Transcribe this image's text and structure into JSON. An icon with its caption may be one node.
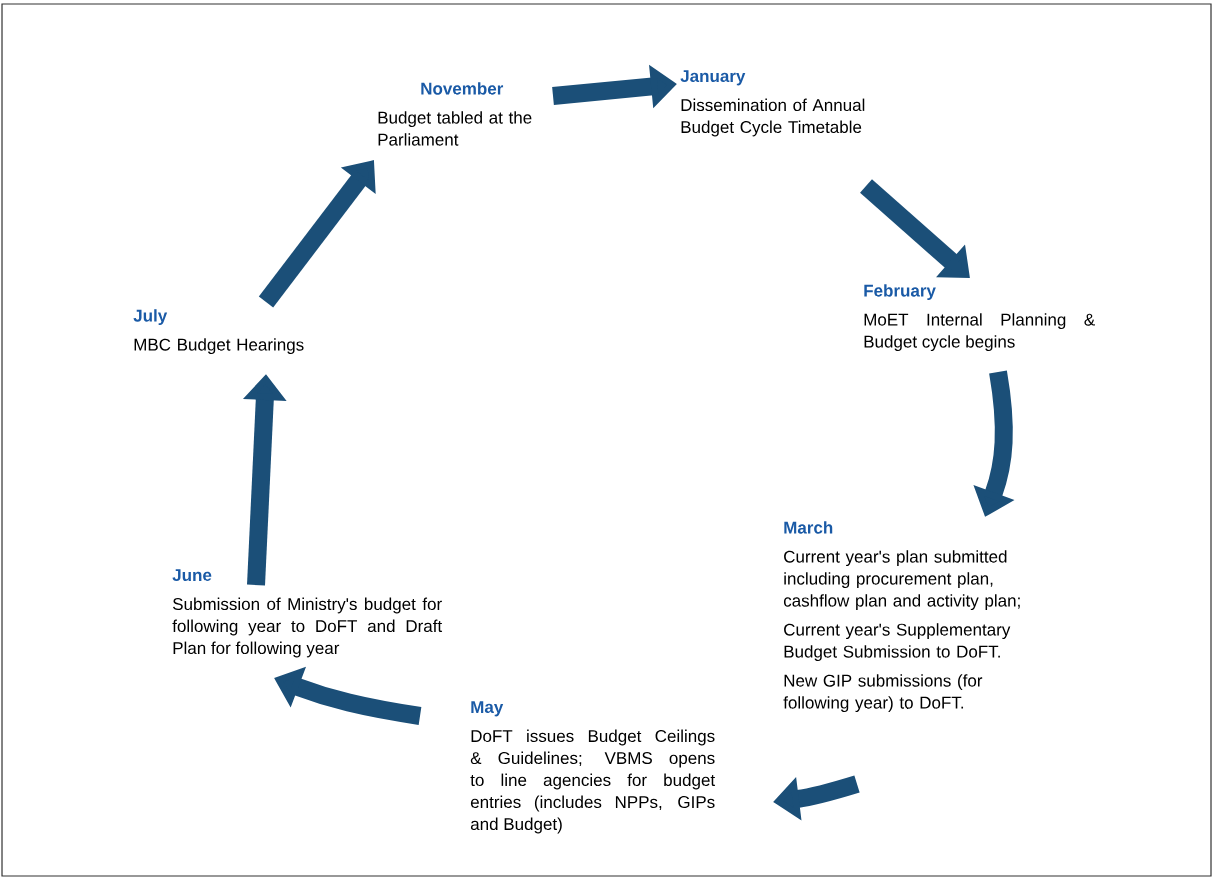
{
  "diagram": {
    "nodes": [
      {
        "text": [
          "November",
          "Budget tabled at the Parliament"
        ]
      },
      {
        "text": [
          "January",
          "Dissemination of Annual Budget Cycle Timetable"
        ]
      },
      {
        "text": [
          "February",
          "MoET Internal Planning & Budget cycle begins"
        ]
      },
      {
        "text": [
          "March",
          "Current year's plan submitted including procurement plan, cashflow plan and activity plan;",
          "Current year's Supplementary Budget Submission to DoFT.",
          "New GIP submissions (for following year) to DoFT."
        ]
      },
      {
        "text": [
          "May",
          "DoFT issues Budget Ceilings & Guidelines; VBMS opens to line agencies for budget entries (includes NPPs, GIPs and Budget)"
        ]
      },
      {
        "text": [
          "June",
          "Submission of Ministry's budget for following year to DoFT and Draft Plan for following year"
        ]
      },
      {
        "text": [
          "July",
          "MBC Budget Hearings"
        ]
      }
    ],
    "edges": [
      {
        "from": 0,
        "to": 1,
        "arrow": "to"
      },
      {
        "from": 1,
        "to": 2,
        "arrow": "to"
      },
      {
        "from": 2,
        "to": 3,
        "arrow": "to"
      },
      {
        "from": 3,
        "to": 4,
        "arrow": "to"
      },
      {
        "from": 4,
        "to": 5,
        "arrow": "to"
      },
      {
        "from": 5,
        "to": 6,
        "arrow": "to"
      },
      {
        "from": 6,
        "to": 0,
        "arrow": "to"
      }
    ]
  }
}
